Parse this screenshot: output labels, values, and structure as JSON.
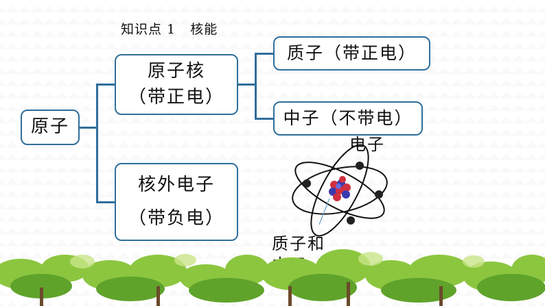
{
  "heading": "知识点 1   核能",
  "atom": "原子",
  "nucleus": {
    "line1": "原子核",
    "line2": "（带正电）"
  },
  "electrons": {
    "line1": "核外电子",
    "line2": "（带负电）"
  },
  "proton": "质子（带正电）",
  "neutron": "中子（不带电）",
  "atom_labels": {
    "electron": "电子",
    "proton_neutron_line1": "质子和",
    "proton_neutron_line2": "中子"
  }
}
